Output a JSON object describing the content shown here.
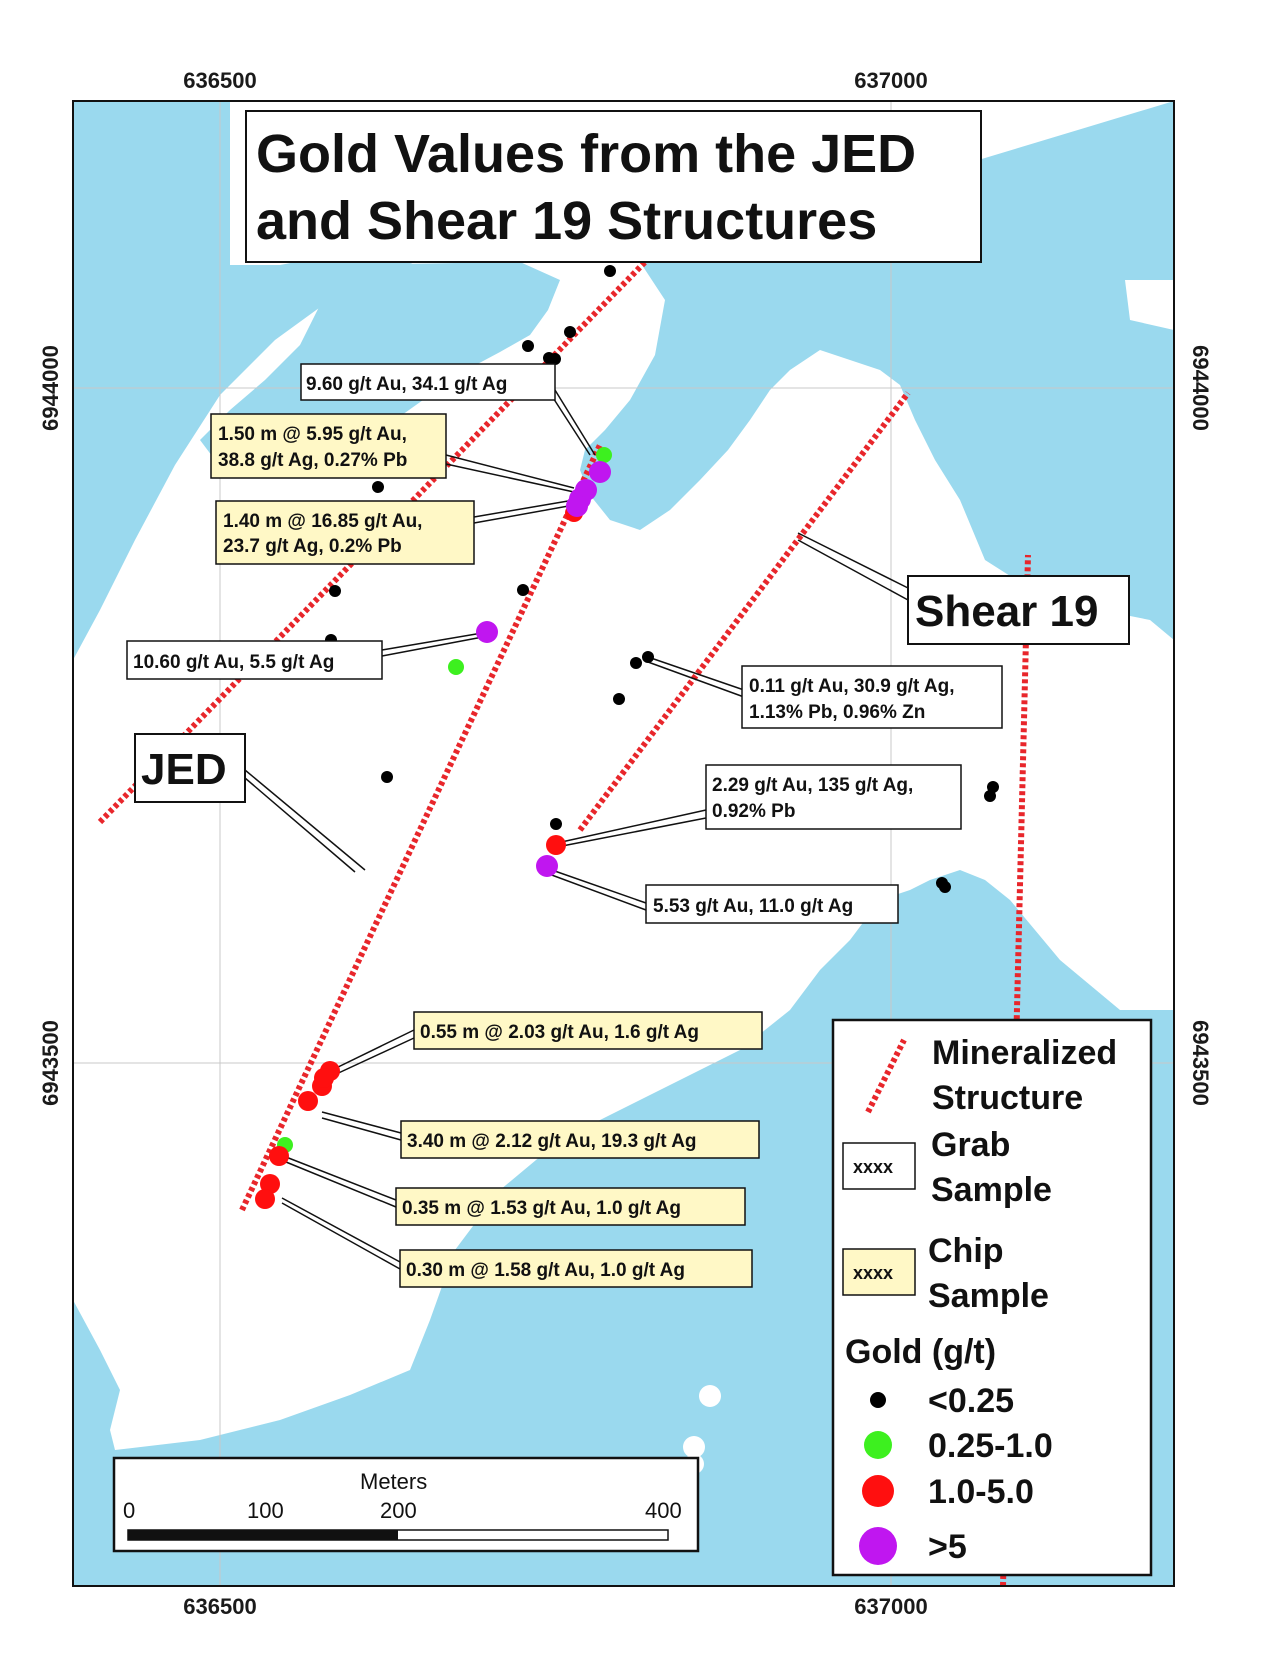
{
  "title": {
    "line1": "Gold Values from the JED",
    "line2": "and Shear 19 Structures"
  },
  "grid": {
    "eastings": [
      "636500",
      "637000"
    ],
    "northings": [
      "6944000",
      "6943500"
    ]
  },
  "structures": {
    "jed": "JED",
    "shear19": "Shear 19"
  },
  "labels": {
    "l1": "9.60 g/t Au, 34.1 g/t Ag",
    "l2a": "1.50 m @ 5.95 g/t Au,",
    "l2b": "38.8 g/t Ag, 0.27% Pb",
    "l3a": "1.40 m @ 16.85 g/t Au,",
    "l3b": "23.7 g/t Ag, 0.2% Pb",
    "l4": "10.60 g/t Au, 5.5 g/t Ag",
    "l5a": "0.11 g/t Au, 30.9 g/t Ag,",
    "l5b": "1.13% Pb, 0.96% Zn",
    "l6a": "2.29 g/t Au, 135 g/t Ag,",
    "l6b": "0.92% Pb",
    "l7": "5.53 g/t Au, 11.0 g/t Ag",
    "l8": "0.55 m @ 2.03 g/t Au, 1.6 g/t Ag",
    "l9": "3.40 m @ 2.12 g/t Au, 19.3 g/t Ag",
    "l10": "0.35 m @ 1.53 g/t Au, 1.0 g/t Ag",
    "l11": "0.30 m @ 1.58 g/t Au, 1.0 g/t Ag"
  },
  "legend": {
    "mineralized_1": "Mineralized",
    "mineralized_2": "Structure",
    "sample_box_text": "xxxx",
    "grab_1": "Grab",
    "grab_2": "Sample",
    "chip_1": "Chip",
    "chip_2": "Sample",
    "gold_heading": "Gold (g/t)",
    "classes": [
      "<0.25",
      "0.25-1.0",
      "1.0-5.0",
      ">5"
    ]
  },
  "scale_bar": {
    "unit": "Meters",
    "ticks": [
      "0",
      "100",
      "200",
      "400"
    ]
  },
  "colors": {
    "water": "#9ad9ee",
    "structure": "#e8262b",
    "chip_fill": "#fff8c6",
    "lt_025": "#000000",
    "c_025_1": "#3df01f",
    "c_1_5": "#ff0f0f",
    "gt_5": "#c016f0"
  }
}
